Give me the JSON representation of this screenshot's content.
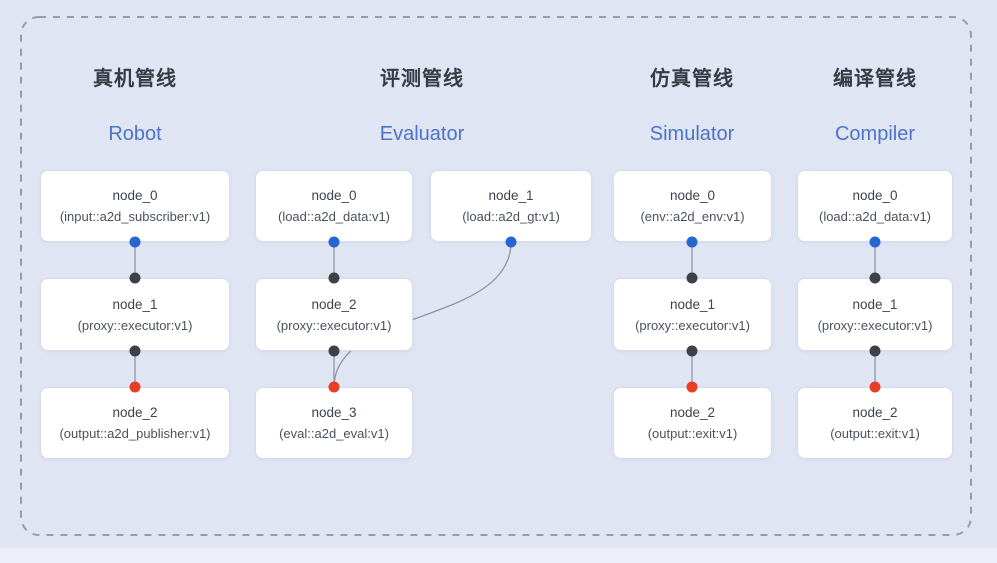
{
  "diagram": {
    "pipelines": [
      {
        "title_zh": "真机管线",
        "title_en": "Robot",
        "nodes": [
          {
            "name": "node_0",
            "type": "(input::a2d_subscriber:v1)"
          },
          {
            "name": "node_1",
            "type": "(proxy::executor:v1)"
          },
          {
            "name": "node_2",
            "type": "(output::a2d_publisher:v1)"
          }
        ],
        "edges": [
          "node_0 -> node_1",
          "node_1 -> node_2"
        ]
      },
      {
        "title_zh": "评测管线",
        "title_en": "Evaluator",
        "nodes": [
          {
            "name": "node_0",
            "type": "(load::a2d_data:v1)"
          },
          {
            "name": "node_1",
            "type": "(load::a2d_gt:v1)"
          },
          {
            "name": "node_2",
            "type": "(proxy::executor:v1)"
          },
          {
            "name": "node_3",
            "type": "(eval::a2d_eval:v1)"
          }
        ],
        "edges": [
          "node_0 -> node_2",
          "node_2 -> node_3",
          "node_1 -> node_3"
        ]
      },
      {
        "title_zh": "仿真管线",
        "title_en": "Simulator",
        "nodes": [
          {
            "name": "node_0",
            "type": "(env::a2d_env:v1)"
          },
          {
            "name": "node_1",
            "type": "(proxy::executor:v1)"
          },
          {
            "name": "node_2",
            "type": "(output::exit:v1)"
          }
        ],
        "edges": [
          "node_0 -> node_1",
          "node_1 -> node_2"
        ]
      },
      {
        "title_zh": "编译管线",
        "title_en": "Compiler",
        "nodes": [
          {
            "name": "node_0",
            "type": "(load::a2d_data:v1)"
          },
          {
            "name": "node_1",
            "type": "(proxy::executor:v1)"
          },
          {
            "name": "node_2",
            "type": "(output::exit:v1)"
          }
        ],
        "edges": [
          "node_0 -> node_1",
          "node_1 -> node_2"
        ]
      }
    ],
    "colors": {
      "background": "#dfe5f3",
      "frame_dash": "#959caa",
      "title_accent": "#4d74c4",
      "output_port": "#2766d2",
      "proxy_port": "#3e4145",
      "input_port": "#ea3d25",
      "edge_line": "#8d95a6"
    }
  }
}
